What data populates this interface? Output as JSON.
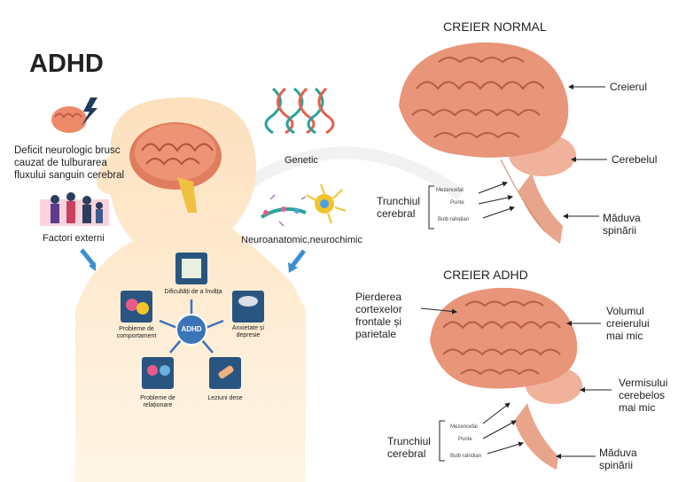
{
  "title": "ADHD",
  "left": {
    "cause1": "Deficit neurologic brusc cauzat de tulburarea fluxului sanguin cerebral",
    "cause2": "Factori externi",
    "genetic": "Genetic",
    "neuro": "Neuroanatomic,neurochimic",
    "center_badge": "ADHD",
    "effects": {
      "learning": "Dificultăți de a învăța",
      "behavior": "Probleme de comportament",
      "anxiety": "Anxietate și depresie",
      "relations": "Probleme de relaționare",
      "injuries": "Leziuni dese"
    }
  },
  "normal": {
    "title": "CREIER NORMAL",
    "brain": "Creierul",
    "cerebellum": "Cerebelul",
    "stem": "Trunchiul cerebral",
    "stem_parts": [
      "Mezencefal",
      "Punte",
      "Bulb rahidian"
    ],
    "spinal": "Măduva spinării"
  },
  "adhd": {
    "title": "CREIER ADHD",
    "cortex": "Pierderea cortexelor frontale și parietale",
    "volume": "Volumul creierului mai mic",
    "vermis": "Vermisului cerebelos mai mic",
    "stem": "Trunchiul cerebral",
    "stem_parts": [
      "Mezencefal",
      "Punte",
      "Bulb rahidian"
    ],
    "spinal": "Măduva spinării"
  },
  "colors": {
    "brain": "#e8957a",
    "brain_dark": "#b85c45",
    "stem": "#e9a58c",
    "child": "#fce3c2",
    "arrow_blue": "#3a8fd0",
    "badge": "#3b74b8"
  }
}
